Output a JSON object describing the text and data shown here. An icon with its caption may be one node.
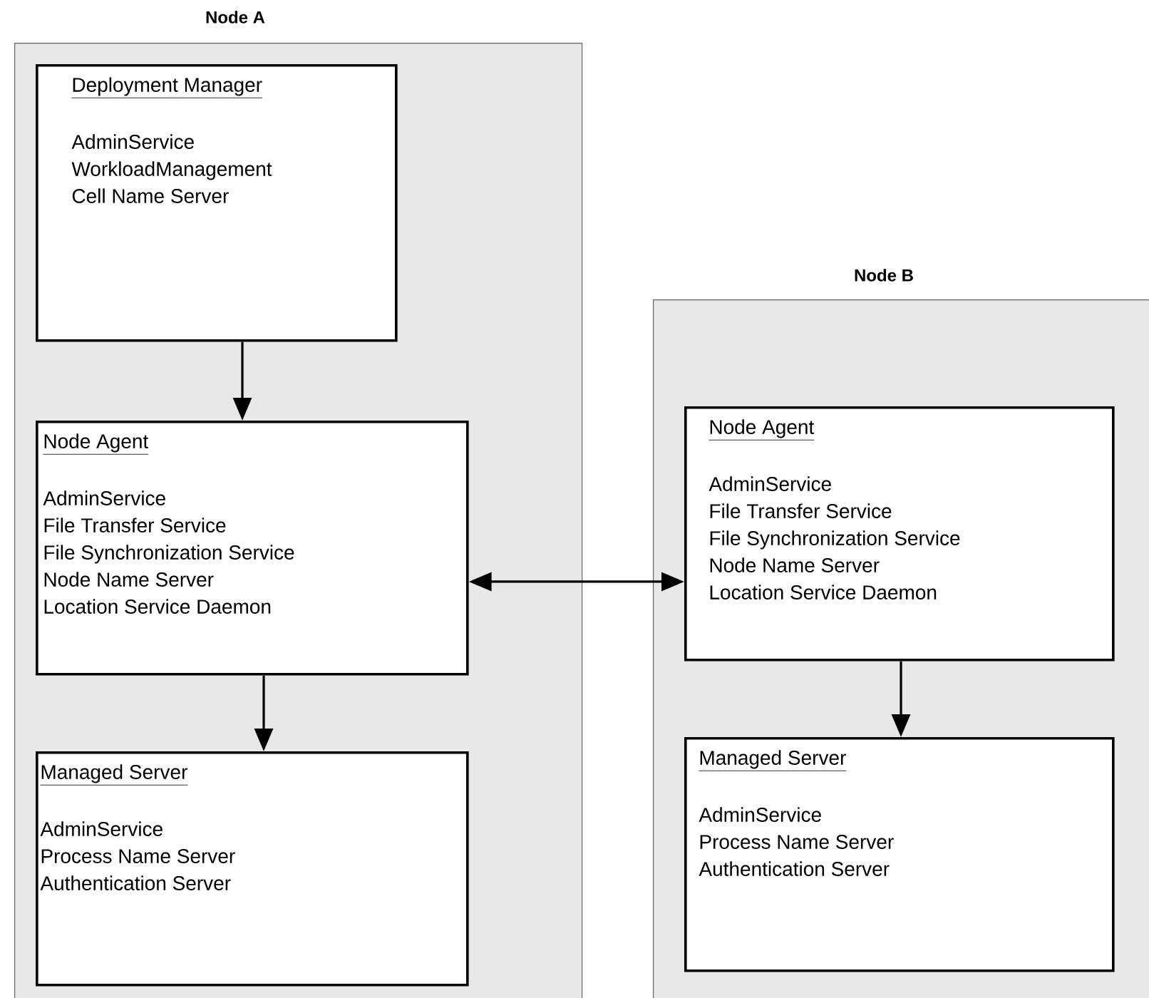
{
  "diagram": {
    "nodes": [
      {
        "text": [
          "Node A"
        ]
      },
      {
        "text": [
          "Deployment Manager",
          "AdminService",
          "WorkloadManagement",
          "Cell Name Server"
        ],
        "in": 0
      },
      {
        "text": [
          "Node Agent",
          "AdminService",
          "File Transfer Service",
          "File Synchronization Service",
          "Node Name Server",
          "Location Service Daemon"
        ],
        "in": 0
      },
      {
        "text": [
          "Managed Server",
          "AdminService",
          "Process Name Server",
          "Authentication Server"
        ],
        "in": 0
      },
      {
        "text": [
          "Node B"
        ]
      },
      {
        "text": [
          "Node Agent",
          "AdminService",
          "File Transfer Service",
          "File Synchronization Service",
          "Node Name Server",
          "Location Service Daemon"
        ],
        "in": 4
      },
      {
        "text": [
          "Managed Server",
          "AdminService",
          "Process Name Server",
          "Authentication Server"
        ],
        "in": 4
      }
    ],
    "edges": [
      {
        "from": 1,
        "to": 2,
        "arrow": "to"
      },
      {
        "from": 2,
        "to": 3,
        "arrow": "to"
      },
      {
        "from": 2,
        "to": 5,
        "arrow": "both"
      },
      {
        "from": 5,
        "to": 6,
        "arrow": "to"
      }
    ]
  }
}
